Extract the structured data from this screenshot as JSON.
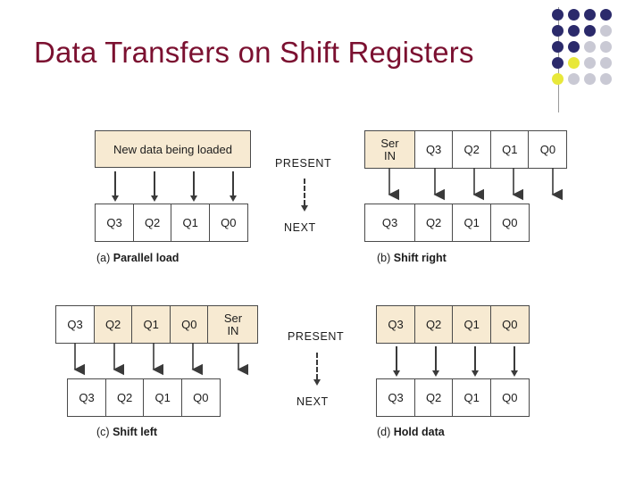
{
  "slide": {
    "title": "Data Transfers on Shift Registers"
  },
  "logo": {
    "name": "dot-grid-logo",
    "colors": {
      "navy": "#2b2a6b",
      "gray": "#c9c9d4",
      "yellow": "#e8e83a"
    },
    "grid": [
      [
        "navy",
        "navy",
        "navy",
        "navy"
      ],
      [
        "navy",
        "navy",
        "navy",
        "gray"
      ],
      [
        "navy",
        "navy",
        "gray",
        "gray"
      ],
      [
        "navy",
        "yellow",
        "gray",
        "gray"
      ],
      [
        "yellow",
        "gray",
        "gray",
        "gray"
      ]
    ]
  },
  "transition_labels": {
    "present": "PRESENT",
    "next": "NEXT"
  },
  "panels": [
    {
      "id": "a",
      "caption_tag": "(a)",
      "caption_text": "Parallel load",
      "source_label": "New data being loaded",
      "source_is_wide_box": true,
      "present_cells": [],
      "next_cells": [
        "Q3",
        "Q2",
        "Q1",
        "Q0"
      ]
    },
    {
      "id": "b",
      "caption_tag": "(b)",
      "caption_text": "Shift right",
      "source_is_wide_box": false,
      "present_cells": [
        "Ser IN",
        "Q3",
        "Q2",
        "Q1",
        "Q0"
      ],
      "present_highlight": [
        0
      ],
      "next_cells": [
        "Q3",
        "Q2",
        "Q1",
        "Q0"
      ]
    },
    {
      "id": "c",
      "caption_tag": "(c)",
      "caption_text": "Shift left",
      "source_is_wide_box": false,
      "present_cells": [
        "Q3",
        "Q2",
        "Q1",
        "Q0",
        "Ser IN"
      ],
      "present_highlight": [
        1,
        2,
        3,
        4
      ],
      "next_cells": [
        "Q3",
        "Q2",
        "Q1",
        "Q0"
      ]
    },
    {
      "id": "d",
      "caption_tag": "(d)",
      "caption_text": "Hold data",
      "source_is_wide_box": false,
      "present_cells": [
        "Q3",
        "Q2",
        "Q1",
        "Q0"
      ],
      "present_highlight": [
        0,
        1,
        2,
        3
      ],
      "next_cells": [
        "Q3",
        "Q2",
        "Q1",
        "Q0"
      ]
    }
  ]
}
